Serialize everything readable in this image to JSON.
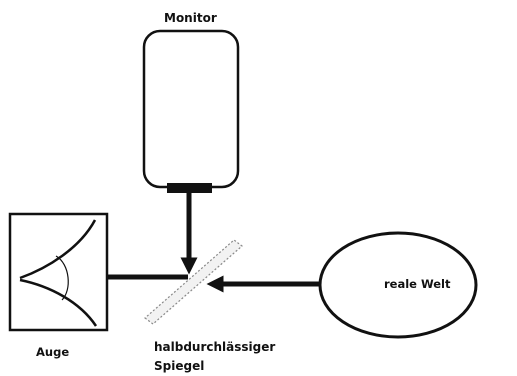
{
  "diagram": {
    "monitor_label": "Monitor",
    "world_label": "reale Welt",
    "eye_label": "Auge",
    "mirror_label": "halbdurchlässiger Spiegel",
    "colors": {
      "stroke": "#111111",
      "background": "#ffffff",
      "mirror": "#888888"
    },
    "components": [
      "monitor",
      "half-transparent-mirror",
      "real-world",
      "eye"
    ]
  }
}
